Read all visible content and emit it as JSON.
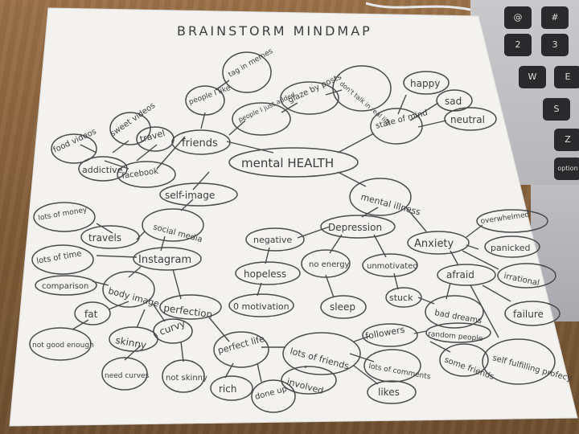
{
  "title": "BRAINSTORM MINDMAP",
  "keys": [
    "@",
    "#",
    "2",
    "3",
    "W",
    "E",
    "S",
    "Z",
    "option"
  ],
  "nodes": {
    "mental_health": "mental HEALTH",
    "friends": "friends",
    "facebook": "facebook",
    "addictive": "addictive",
    "food_videos": "food videos",
    "sweet_videos": "sweet videos",
    "travel_top": "travel",
    "people_i_like": "people I like",
    "tag_in_memes": "tag in memes",
    "people_i_just_added": "people I just added",
    "glaze_by_posts": "glaze by posts",
    "dont_talk": "don't talk in real life",
    "state_of_mind": "state of mind",
    "happy": "happy",
    "sad": "sad",
    "neutral": "neutral",
    "self_image": "self-image",
    "social_media": "social media",
    "lots_of_money": "lots of money",
    "travels": "travels",
    "lots_of_time": "lots of time",
    "instagram": "Instagram",
    "comparison": "comparison",
    "body_image": "body image",
    "fat": "fat",
    "not_good_enough": "not good enough",
    "skinny": "skinny",
    "need_curves": "need curves",
    "curvy": "curvy",
    "not_skinny": "not skinny",
    "perfection": "perfection",
    "perfect_life": "perfect life",
    "rich": "rich",
    "done_up": "done up",
    "lots_of_friends": "lots of friends",
    "involved": "involved",
    "lots_of_comments": "lots of comments",
    "likes": "likes",
    "followers": "followers",
    "random_people": "random people",
    "some_friends": "some friends",
    "mental_illness": "mental illness",
    "depression": "Depression",
    "negative": "negative",
    "hopeless": "hopeless",
    "zero_motivation": "0 motivation",
    "no_energy": "no energy",
    "sleep": "sleep",
    "unmotivated": "unmotivated",
    "stuck": "stuck",
    "anxiety": "Anxiety",
    "overwhelmed": "overwhelmed",
    "panicked": "panicked",
    "irrational": "irrational",
    "afraid": "afraid",
    "bad_dreams": "bad dreams",
    "failure": "failure",
    "self_fulfilling": "self fulfilling profecy"
  }
}
